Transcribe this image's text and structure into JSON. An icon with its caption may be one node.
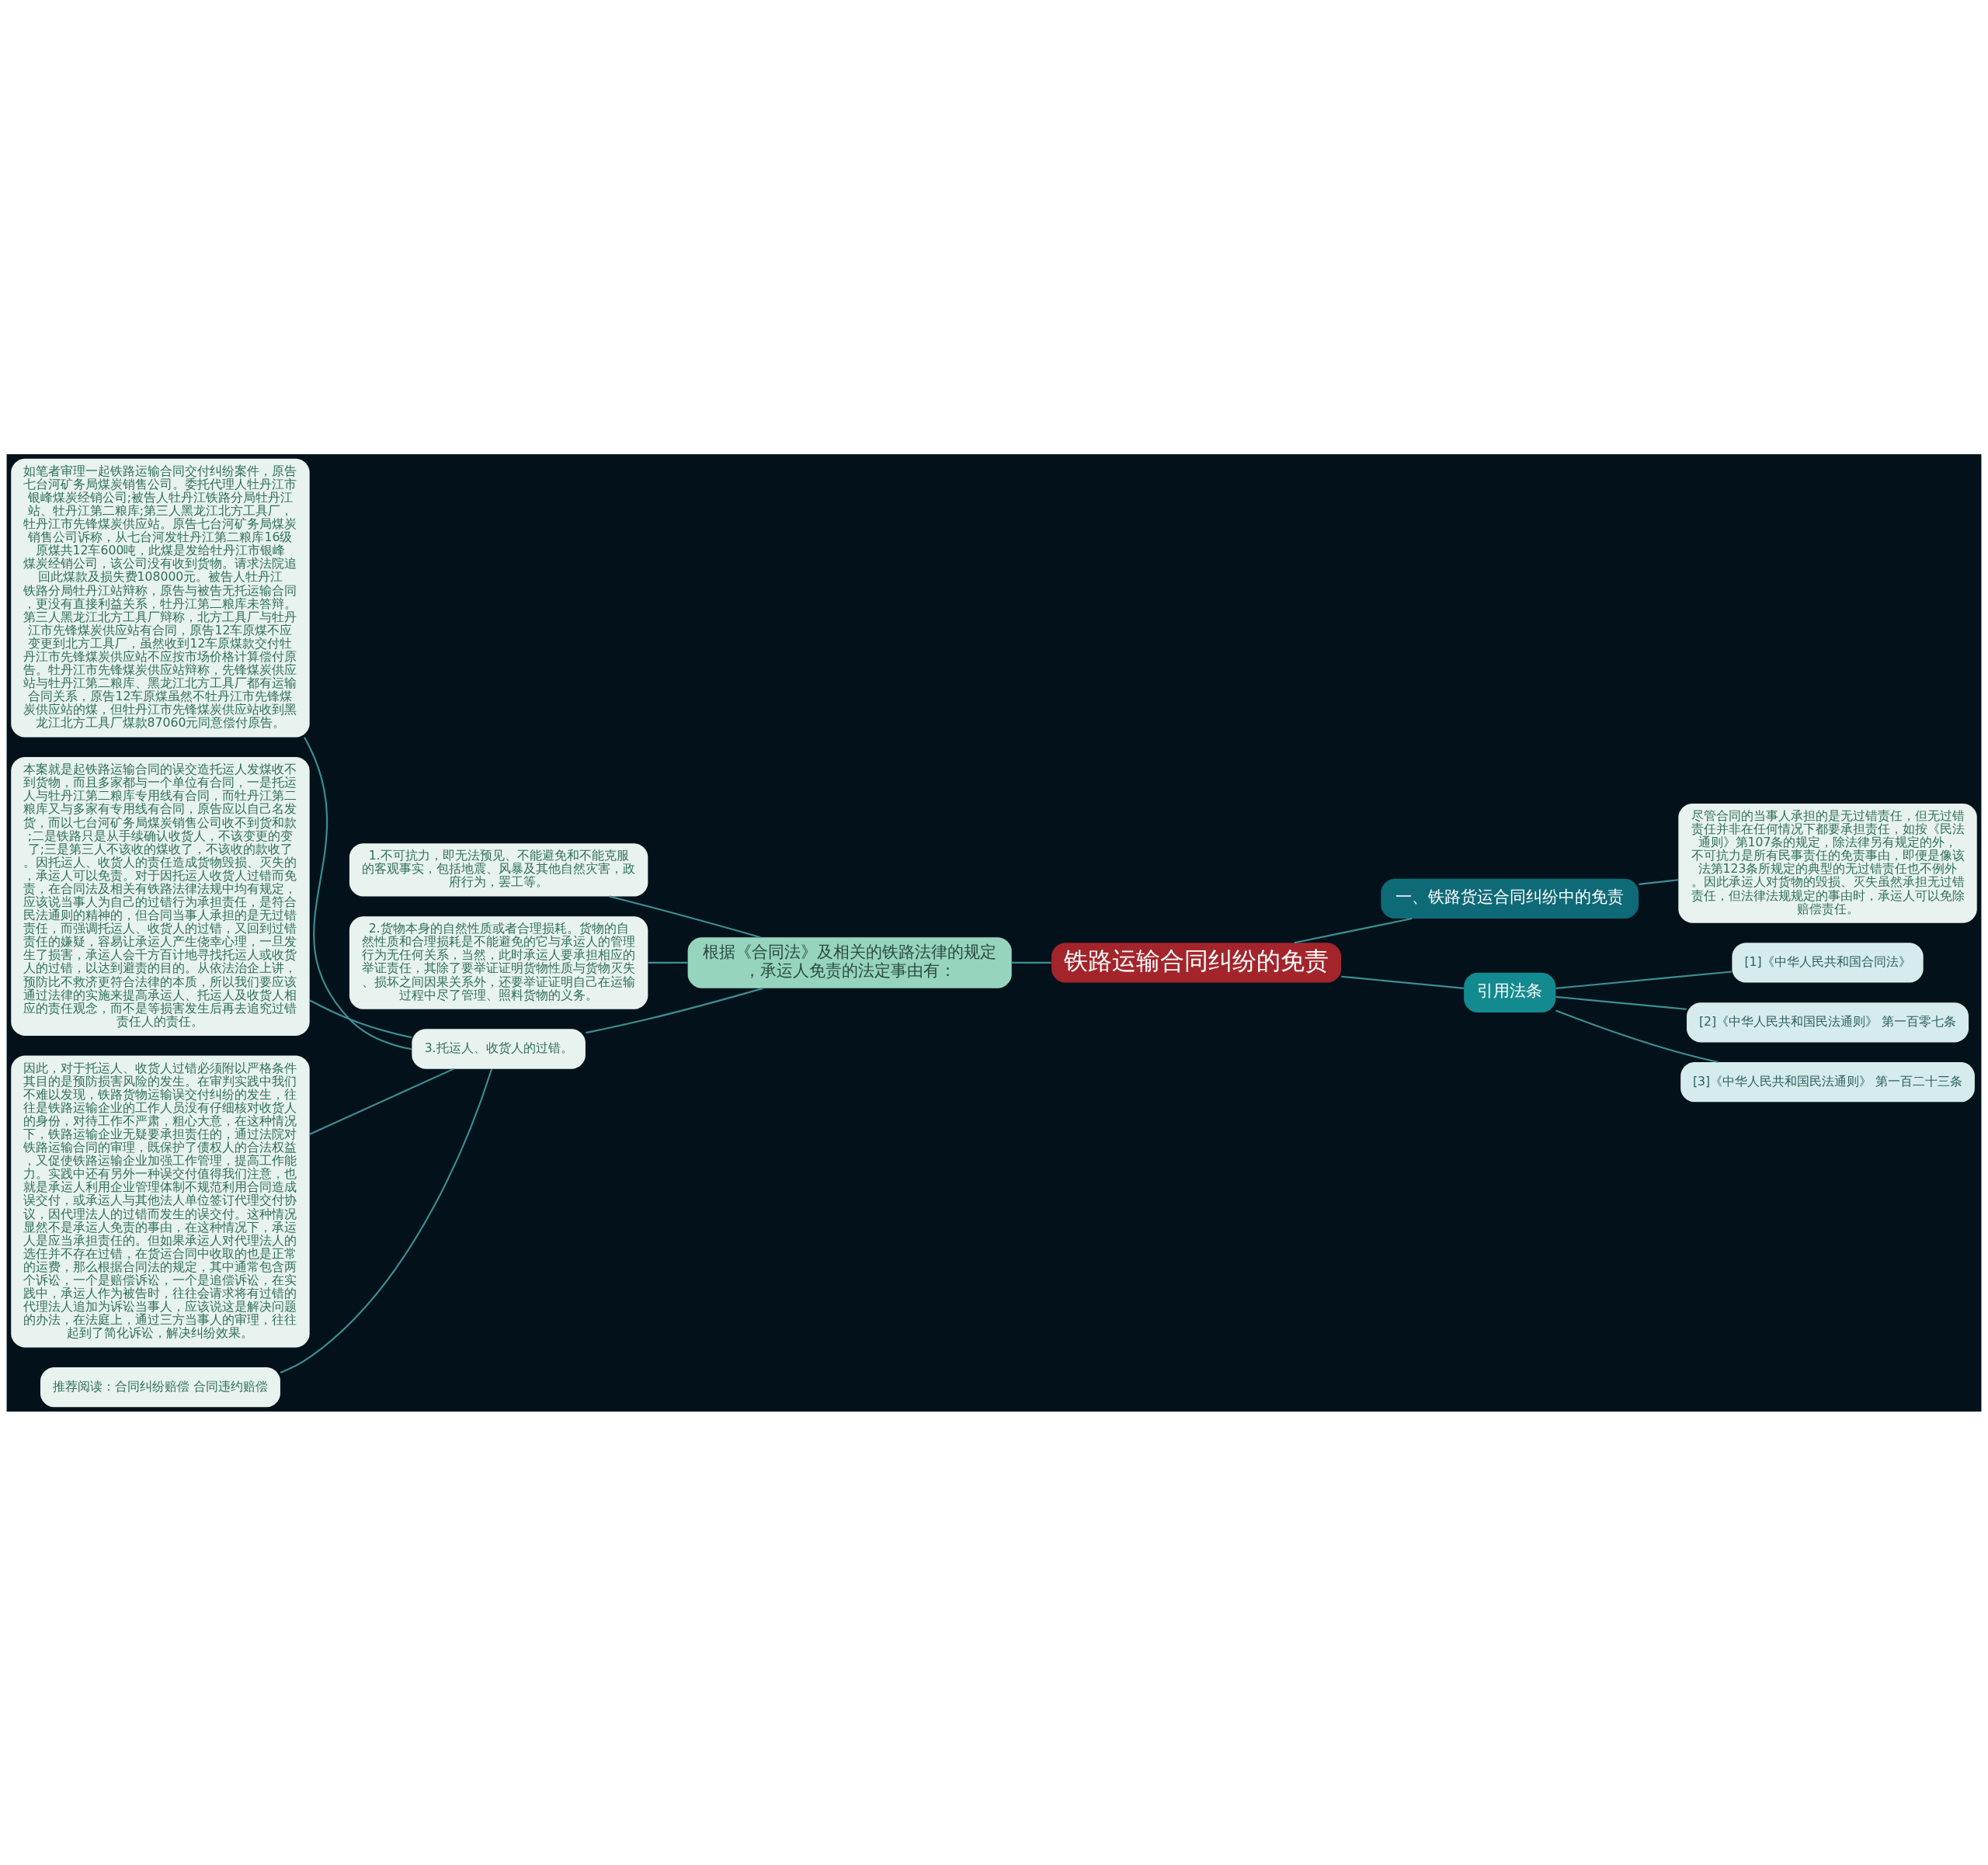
{
  "diagram": {
    "nodes": [
      {
        "text": [
          "铁路运输合同纠纷的免责"
        ]
      },
      {
        "text": [
          "根据《合同法》及相关的铁路法律的规定，承运人免责的法定事由有："
        ]
      },
      {
        "text": [
          "1.不可抗力，即无法预见、不能避免和不能克服的客观事实，包括地震、风暴及其他自然灾害，政府行为，罢工等。"
        ]
      },
      {
        "text": [
          "2.货物本身的自然性质或者合理损耗。货物的自然性质和合理损耗是不能避免的它与承运人的管理行为无任何关系，当然，此时承运人要承担相应的举证责任，其除了要举证证明货物性质与货物灭失、损坏之间因果关系外，还要举证证明自己在运输过程中尽了管理、照料货物的义务。"
        ]
      },
      {
        "text": [
          "3.托运人、收货人的过错。"
        ]
      },
      {
        "text": [
          "如笔者审理一起铁路运输合同交付纠纷案件，原告七台河矿务局煤炭销售公司。委托代理人牡丹江市银峰煤炭经销公司;被告人牡丹江铁路分局牡丹江站、牡丹江第二粮库;第三人黑龙江北方工具厂，牡丹江市先锋煤炭供应站。原告七台河矿务局煤炭销售公司诉称，从七台河发牡丹江第二粮库16级原煤共12车600吨，此煤是发给牡丹江市银峰煤炭经销公司，该公司没有收到货物。请求法院追回此煤款及损失费108000元。被告人牡丹江铁路分局牡丹江站辩称，原告与被告无托运输合同，更没有直接利益关系，牡丹江第二粮库未答辩。第三人黑龙江北方工具厂辩称，北方工具厂与牡丹江市先锋煤炭供应站有合同，原告12车原煤不应变更到北方工具厂，虽然收到12车原煤款交付牡丹江市先锋煤炭供应站不应按市场价格计算偿付原告。牡丹江市先锋煤炭供应站辩称，先锋煤炭供应站与牡丹江第二粮库、黑龙江北方工具厂都有运输合同关系，原告12车原煤虽然不牡丹江市先锋煤炭供应站的煤，但牡丹江市先锋煤炭供应站收到黑龙江北方工具厂煤款87060元同意偿付原告。"
        ]
      },
      {
        "text": [
          "本案就是起铁路运输合同的误交造托运人发煤收不到货物，而且多家都与一个单位有合同，一是托运人与牡丹江第二粮库专用线有合同，而牡丹江第二粮库又与多家有专用线有合同，原告应以自己名发货，而以七台河矿务局煤炭销售公司收不到货和款;二是铁路只是从手续确认收货人，不该变更的变了;三是第三人不该收的煤收了，不该收的款收了。因托运人、收货人的责任造成货物毁损、灭失的，承运人可以免责。对于因托运人收货人过错而免责，在合同法及相关有铁路法律法规中均有规定，应该说当事人为自己的过错行为承担责任，是符合民法通则的精神的，但合同当事人承担的是无过错责任，而强调托运人、收货人的过错，又回到过错责任的嫌疑，容易让承运人产生侥幸心理，一旦发生了损害，承运人会千方百计地寻找托运人或收货人的过错，以达到避责的目的。从依法治企上讲，预防比不救济更符合法律的本质，所以我们要应该通过法律的实施来提高承运人、托运人及收货人相应的责任观念，而不是等损害发生后再去追究过错责任人的责任。"
        ]
      },
      {
        "text": [
          "因此，对于托运人、收货人过错必须附以严格条件其目的是预防损害风险的发生。在审判实践中我们不难以发现，铁路货物运输误交付纠纷的发生，往往是铁路运输企业的工作人员没有仔细核对收货人的身份，对待工作不严肃，粗心大意，在这种情况下，铁路运输企业无疑要承担责任的，通过法院对铁路运输合同的审理，既保护了债权人的合法权益，又促使铁路运输企业加强工作管理，提高工作能力。实践中还有另外一种误交付值得我们注意，也就是承运人利用企业管理体制不规范利用合同造成误交付，或承运人与其他法人单位签订代理交付协议，因代理法人的过错而发生的误交付。这种情况显然不是承运人免责的事由，在这种情况下，承运人是应当承担责任的。但如果承运人对代理法人的选任并不存在过错，在货运合同中收取的也是正常的运费，那么根据合同法的规定，其中通常包含两个诉讼，一个是赔偿诉讼，一个是追偿诉讼，在实践中，承运人作为被告时，往往会请求将有过错的代理法人追加为诉讼当事人，应该说这是解决问题的办法，在法庭上，通过三方当事人的审理，往往起到了简化诉讼，解决纠纷效果。"
        ]
      },
      {
        "text": [
          "推荐阅读：合同纠纷赔偿 合同违约赔偿"
        ]
      },
      {
        "text": [
          "一、铁路货运合同纠纷中的免责"
        ]
      },
      {
        "text": [
          "尽管合同的当事人承担的是无过错责任，但无过错责任并非在任何情况下都要承担责任，如按《民法通则》第107条的规定，除法律另有规定的外，不可抗力是所有民事责任的免责事由，即便是像该法第123条所规定的典型的无过错责任也不例外。因此承运人对货物的毁损、灭失虽然承担无过错责任，但法律法规规定的事由时，承运人可以免除赔偿责任。"
        ]
      },
      {
        "text": [
          "引用法条"
        ]
      },
      {
        "text": [
          "[1]《中华人民共和国合同法》"
        ]
      },
      {
        "text": [
          "[2]《中华人民共和国民法通则》 第一百零七条"
        ]
      },
      {
        "text": [
          "[3]《中华人民共和国民法通则》 第一百二十三条"
        ]
      }
    ],
    "edges": [
      {
        "from": 0,
        "to": 1,
        "arrow": "none"
      },
      {
        "from": 1,
        "to": 2,
        "arrow": "none"
      },
      {
        "from": 1,
        "to": 3,
        "arrow": "none"
      },
      {
        "from": 1,
        "to": 4,
        "arrow": "none"
      },
      {
        "from": 4,
        "to": 5,
        "arrow": "none"
      },
      {
        "from": 4,
        "to": 6,
        "arrow": "none"
      },
      {
        "from": 4,
        "to": 7,
        "arrow": "none"
      },
      {
        "from": 4,
        "to": 8,
        "arrow": "none"
      },
      {
        "from": 0,
        "to": 9,
        "arrow": "none"
      },
      {
        "from": 9,
        "to": 10,
        "arrow": "none"
      },
      {
        "from": 0,
        "to": 11,
        "arrow": "none"
      },
      {
        "from": 11,
        "to": 12,
        "arrow": "none"
      },
      {
        "from": 11,
        "to": 13,
        "arrow": "none"
      },
      {
        "from": 11,
        "to": 14,
        "arrow": "none"
      }
    ]
  }
}
